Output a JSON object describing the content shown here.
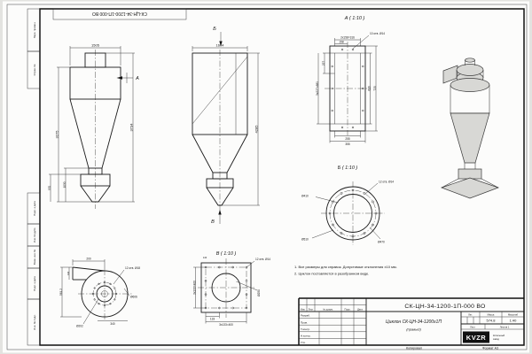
{
  "stamps": {
    "top_code": "СК-ЦН-34-1200-1П-000 ВО"
  },
  "margins": {
    "items": [
      "Перв. примен.",
      "Справ. №",
      "Подп. и дата",
      "Инв. № дубл.",
      "Взам. инв. №",
      "Подп. и дата",
      "Инв. № подл."
    ]
  },
  "front_view": {
    "section_label": "А",
    "dim_width": "1505",
    "dim_height_left": "3275",
    "dim_height_right": "3734",
    "dim_1030": "1030",
    "dim_970": "970"
  },
  "side_view": {
    "arrow_top": "Б",
    "arrow_bottom": "В",
    "dim_width": "1604",
    "dim_height": "4285"
  },
  "view_a": {
    "title": "А ( 1:10 )",
    "holes": "10 отв. Ø14",
    "dim_top_total": "2х158=316",
    "dim_top": "158",
    "dim_left_top": "227",
    "dim_left": "3х227=681",
    "dim_right_inner": "620",
    "dim_right_outer": "720",
    "dim_bottom_inner": "255",
    "dim_bottom_outer": "355"
  },
  "view_b": {
    "title": "Б ( 1:10 )",
    "holes": "12 отв. Ø14",
    "dia_inner": "Ø410",
    "dia_outer": "Ø510",
    "dia_bolt": "Ø470"
  },
  "view_v": {
    "title": "В ( 1:10 )",
    "holes": "12 отв. Ø14",
    "dim_left": "3х133=400",
    "dim_bottom_step": "133",
    "dim_bottom": "3х133=400",
    "dia_center": "Ø250",
    "dim_top": "140"
  },
  "scroll_view": {
    "dim_top": "200",
    "dim_duct": "140",
    "holes": "12 отв. Ø18",
    "dim_left": "561.2",
    "dia_outer": "Ø606",
    "dia_inner": "Ø202",
    "dim_bottom": "340"
  },
  "notes": {
    "line1": "1. Все размеры для справок. Допустимые отклонения ±10 мм.",
    "line2": "2. Циклон поставляется в разобранном виде."
  },
  "title_block": {
    "doc_number": "СК-ЦН-34-1200-1П-000 ВО",
    "product_name": "Циклон СК-ЦН-34-1200х1П",
    "product_variant": "(правый)",
    "col_izm": "Изм.",
    "col_list": "Лист",
    "col_doc": "№ докум.",
    "col_podp": "Подп.",
    "col_data": "Дата",
    "row_razrab": "Разраб.",
    "row_prov": "Пров.",
    "row_tkontr": "Т.контр.",
    "row_nkontr": "Н.контр.",
    "row_utv": "Утв.",
    "lit_label": "Лит.",
    "mass_label": "Масса",
    "scale_label": "Масштаб",
    "mass_value": "574.8",
    "scale_value": "1:40",
    "sheet_label": "Лист",
    "sheets_label": "Листов 1",
    "logo": "KVZR",
    "company_line1": "Котельный",
    "company_line2": "завод",
    "kopiroval": "Копировал",
    "format": "Формат А3"
  }
}
